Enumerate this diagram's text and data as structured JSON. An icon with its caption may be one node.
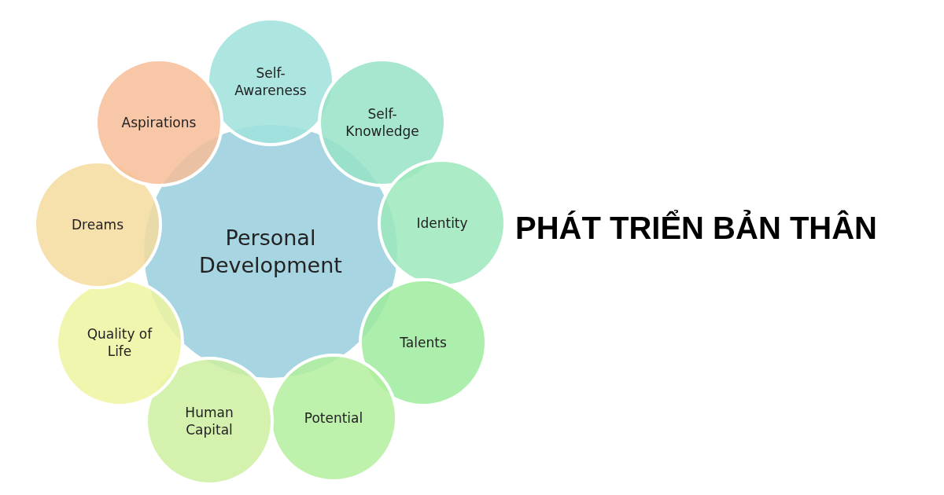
{
  "diagram": {
    "title": "PHÁT TRIỂN BẢN THÂN",
    "nodes": [
      {
        "text": [
          "Personal Development"
        ]
      },
      {
        "text": [
          "Self- Awareness"
        ]
      },
      {
        "text": [
          "Self- Knowledge"
        ]
      },
      {
        "text": [
          "Identity"
        ]
      },
      {
        "text": [
          "Talents"
        ]
      },
      {
        "text": [
          "Potential"
        ]
      },
      {
        "text": [
          "Human Capital"
        ]
      },
      {
        "text": [
          "Quality of Life"
        ]
      },
      {
        "text": [
          "Dreams"
        ]
      },
      {
        "text": [
          "Aspirations"
        ]
      }
    ],
    "edges": []
  }
}
